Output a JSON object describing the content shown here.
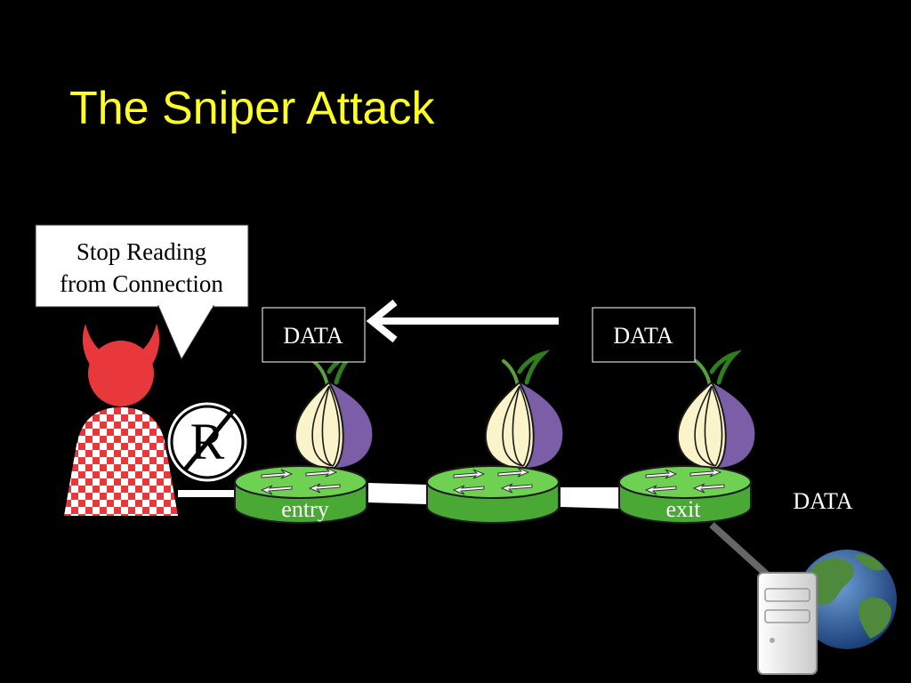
{
  "slide": {
    "title": "The Sniper Attack"
  },
  "speech_bubble": {
    "line1": "Stop Reading",
    "line2": "from Connection"
  },
  "labels": {
    "data_left": "DATA",
    "data_right": "DATA",
    "data_outside": "DATA",
    "entry": "entry",
    "exit": "exit",
    "reading_symbol": "R"
  },
  "colors": {
    "title": "#ffff22",
    "devil": "#e8383b",
    "router_green": "#5cc043",
    "onion_purple": "#7b5ea7",
    "background": "#000000"
  },
  "icons": [
    "devil-attacker-icon",
    "no-reading-icon",
    "tor-onion-icon",
    "router-icon",
    "server-icon",
    "globe-icon"
  ]
}
